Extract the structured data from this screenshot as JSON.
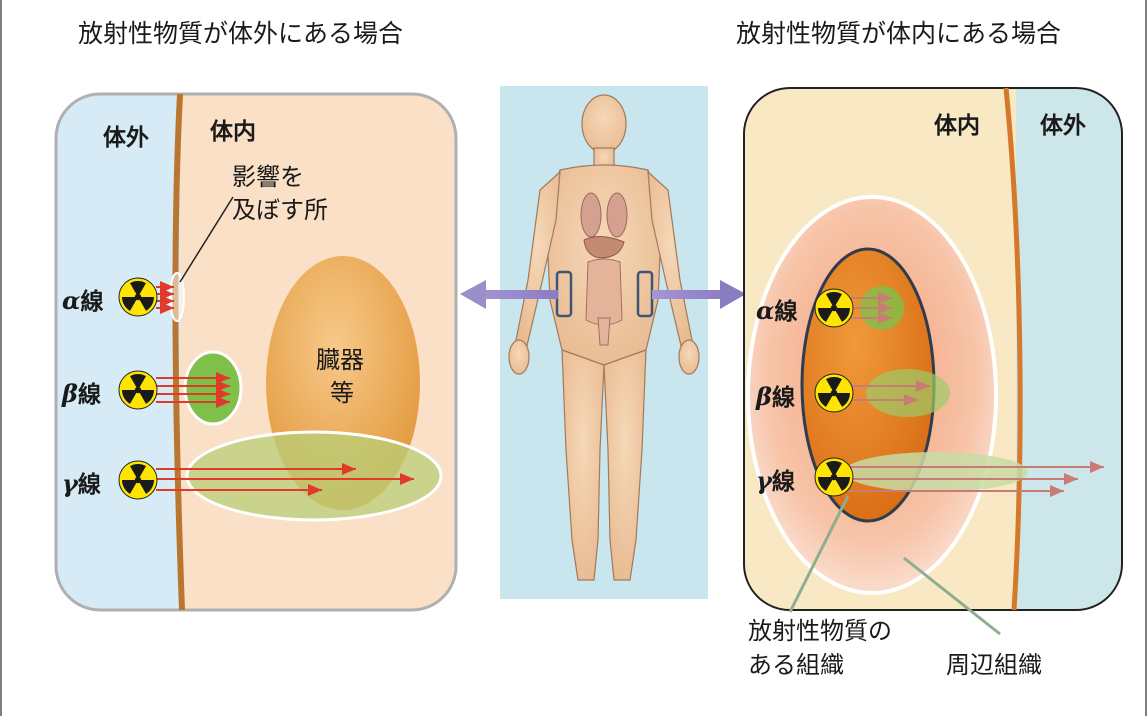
{
  "left_panel": {
    "title": "放射性物質が体外にある場合",
    "outside_label": "体外",
    "inside_label": "体内",
    "affect_label_line1": "影響を",
    "affect_label_line2": "及ぼす所",
    "organ_label_line1": "臓器",
    "organ_label_line2": "等",
    "rays": [
      {
        "symbol": "α",
        "suffix": "線"
      },
      {
        "symbol": "β",
        "suffix": "線"
      },
      {
        "symbol": "γ",
        "suffix": "線"
      }
    ]
  },
  "right_panel": {
    "title": "放射性物質が体内にある場合",
    "inside_label": "体内",
    "outside_label": "体外",
    "rays": [
      {
        "symbol": "α",
        "suffix": "線"
      },
      {
        "symbol": "β",
        "suffix": "線"
      },
      {
        "symbol": "γ",
        "suffix": "線"
      }
    ],
    "tissue_label_line1": "放射性物質の",
    "tissue_label_line2": "ある組織",
    "surrounding_label": "周辺組織"
  },
  "icons": {
    "radiation": "radiation-trefoil-icon",
    "body": "human-body-icon"
  },
  "colors": {
    "outside_bg": "#d6ebf5",
    "inside_bg": "#f9e0c6",
    "boundary": "#c8823a",
    "ray_arrow": "#e03a2a",
    "green_zone": "#7fc04a",
    "organ": "#eea64a",
    "arrow_purple": "#9b8fc9"
  }
}
